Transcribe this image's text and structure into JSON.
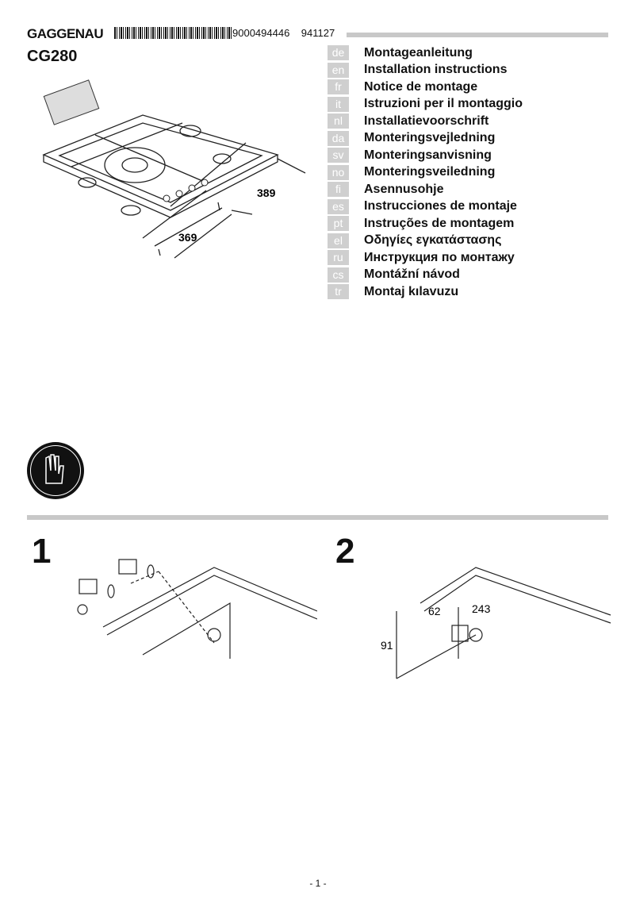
{
  "header": {
    "brand": "GAGGENAU",
    "code1": "9000494446",
    "code2": "941127",
    "model": "CG280"
  },
  "languages": [
    {
      "code": "de",
      "title": "Montageanleitung"
    },
    {
      "code": "en",
      "title": "Installation instructions"
    },
    {
      "code": "fr",
      "title": "Notice de montage"
    },
    {
      "code": "it",
      "title": "Istruzioni per il montaggio"
    },
    {
      "code": "nl",
      "title": "Installatievoorschrift"
    },
    {
      "code": "da",
      "title": "Monteringsvejledning"
    },
    {
      "code": "sv",
      "title": "Monteringsanvisning"
    },
    {
      "code": "no",
      "title": "Monteringsveiledning"
    },
    {
      "code": "fi",
      "title": "Asennusohje"
    },
    {
      "code": "es",
      "title": "Instrucciones de montaje"
    },
    {
      "code": "pt",
      "title": "Instruções de montagem"
    },
    {
      "code": "el",
      "title": "Οδηγίες εγκατάστασης"
    },
    {
      "code": "ru",
      "title": "Инструкция по монтажу"
    },
    {
      "code": "cs",
      "title": "Montážní návod"
    },
    {
      "code": "tr",
      "title": "Montaj kılavuzu"
    }
  ],
  "hob_dimensions": {
    "depth": "389",
    "width": "369"
  },
  "steps": [
    {
      "number": "1"
    },
    {
      "number": "2",
      "dims": {
        "a": "62",
        "b": "243",
        "c": "91"
      }
    }
  ],
  "footer": {
    "page": "- 1 -"
  }
}
